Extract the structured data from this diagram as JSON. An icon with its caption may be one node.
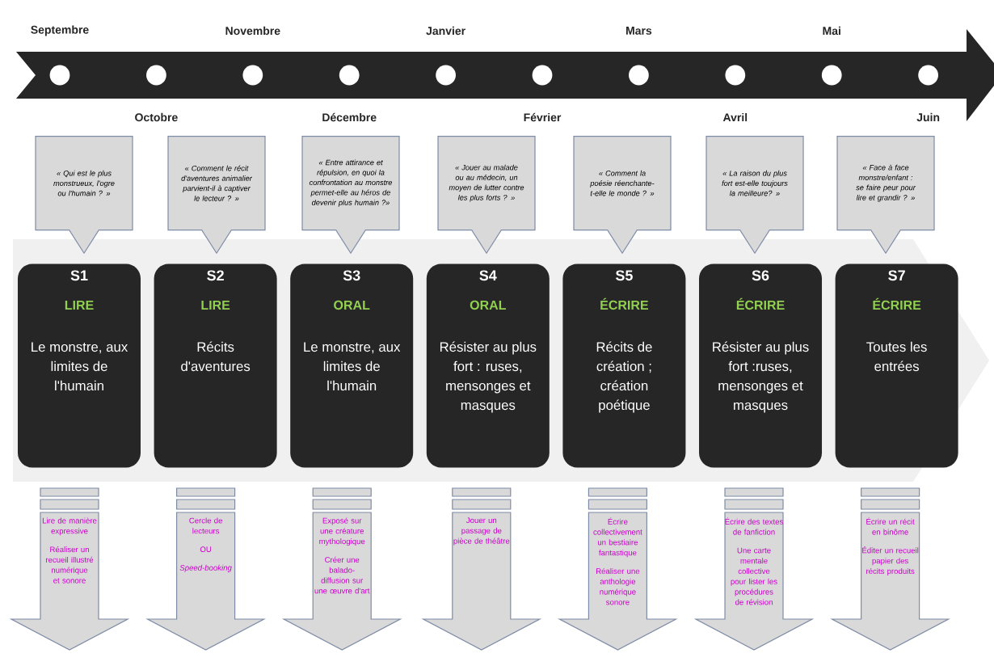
{
  "diagram": {
    "nodes": [
      {
        "text": [
          "« Qui est le plus monstrueux, l'ogre ou l'humain ? »"
        ]
      },
      {
        "text": [
          "« Comment le récit d'aventures animalier parvient-il à captiver le lecteur ? »"
        ]
      },
      {
        "text": [
          "« Entre attirance et répulsion, en quoi la confrontation au monstre permet-elle au héros de devenir plus humain ?»"
        ]
      },
      {
        "text": [
          "« Jouer au malade ou au médecin, un moyen de lutter contre les plus forts ? »"
        ]
      },
      {
        "text": [
          "« Comment la poésie réenchante-t-elle le monde ? »"
        ]
      },
      {
        "text": [
          "« La raison du plus fort est-elle toujours la meilleure? »"
        ]
      },
      {
        "text": [
          "« Face à face monstre/enfant : se faire peur pour lire et grandir ? »"
        ]
      },
      {
        "text": [
          "S1",
          "LIRE",
          "Le monstre, aux limites de l'humain"
        ]
      },
      {
        "text": [
          "S2",
          "LIRE",
          "Récits d'aventures"
        ]
      },
      {
        "text": [
          "S3",
          "ORAL",
          "Le monstre, aux limites de l'humain"
        ]
      },
      {
        "text": [
          "S4",
          "ORAL",
          "Résister au plus fort : ruses, mensonges et masques"
        ]
      },
      {
        "text": [
          "S5",
          "ÉCRIRE",
          "Récits de création ; création poétique"
        ]
      },
      {
        "text": [
          "S6",
          "ÉCRIRE",
          "Résister au plus fort :ruses, mensonges et masques"
        ]
      },
      {
        "text": [
          "S7",
          "ÉCRIRE",
          "Toutes les entrées"
        ]
      },
      {
        "text": [
          "Lire de manière expressive",
          "Réaliser un recueil illustré numérique et sonore"
        ]
      },
      {
        "text": [
          "Cercle de lecteurs",
          "OU",
          "Speed-booking"
        ]
      },
      {
        "text": [
          "Exposé sur une créature mythologique",
          "Créer une balado-diffusion sur une œuvre d'art"
        ]
      },
      {
        "text": [
          "Jouer un passage de pièce de théâtre"
        ]
      },
      {
        "text": [
          "Écrire collectivement un bestiaire fantastique",
          "Réaliser une anthologie numérique sonore"
        ]
      },
      {
        "text": [
          "Écrire des textes de fanfiction",
          "Une carte mentale collective pour lister les procédures de révision"
        ]
      },
      {
        "text": [
          "Écrire un récit en binôme",
          "Éditer un recueil papier des récits produits"
        ]
      }
    ],
    "labels": [
      "Septembre",
      "Octobre",
      "Novembre",
      "Décembre",
      "Janvier",
      "Février",
      "Mars",
      "Avril",
      "Mai",
      "Juin"
    ]
  }
}
